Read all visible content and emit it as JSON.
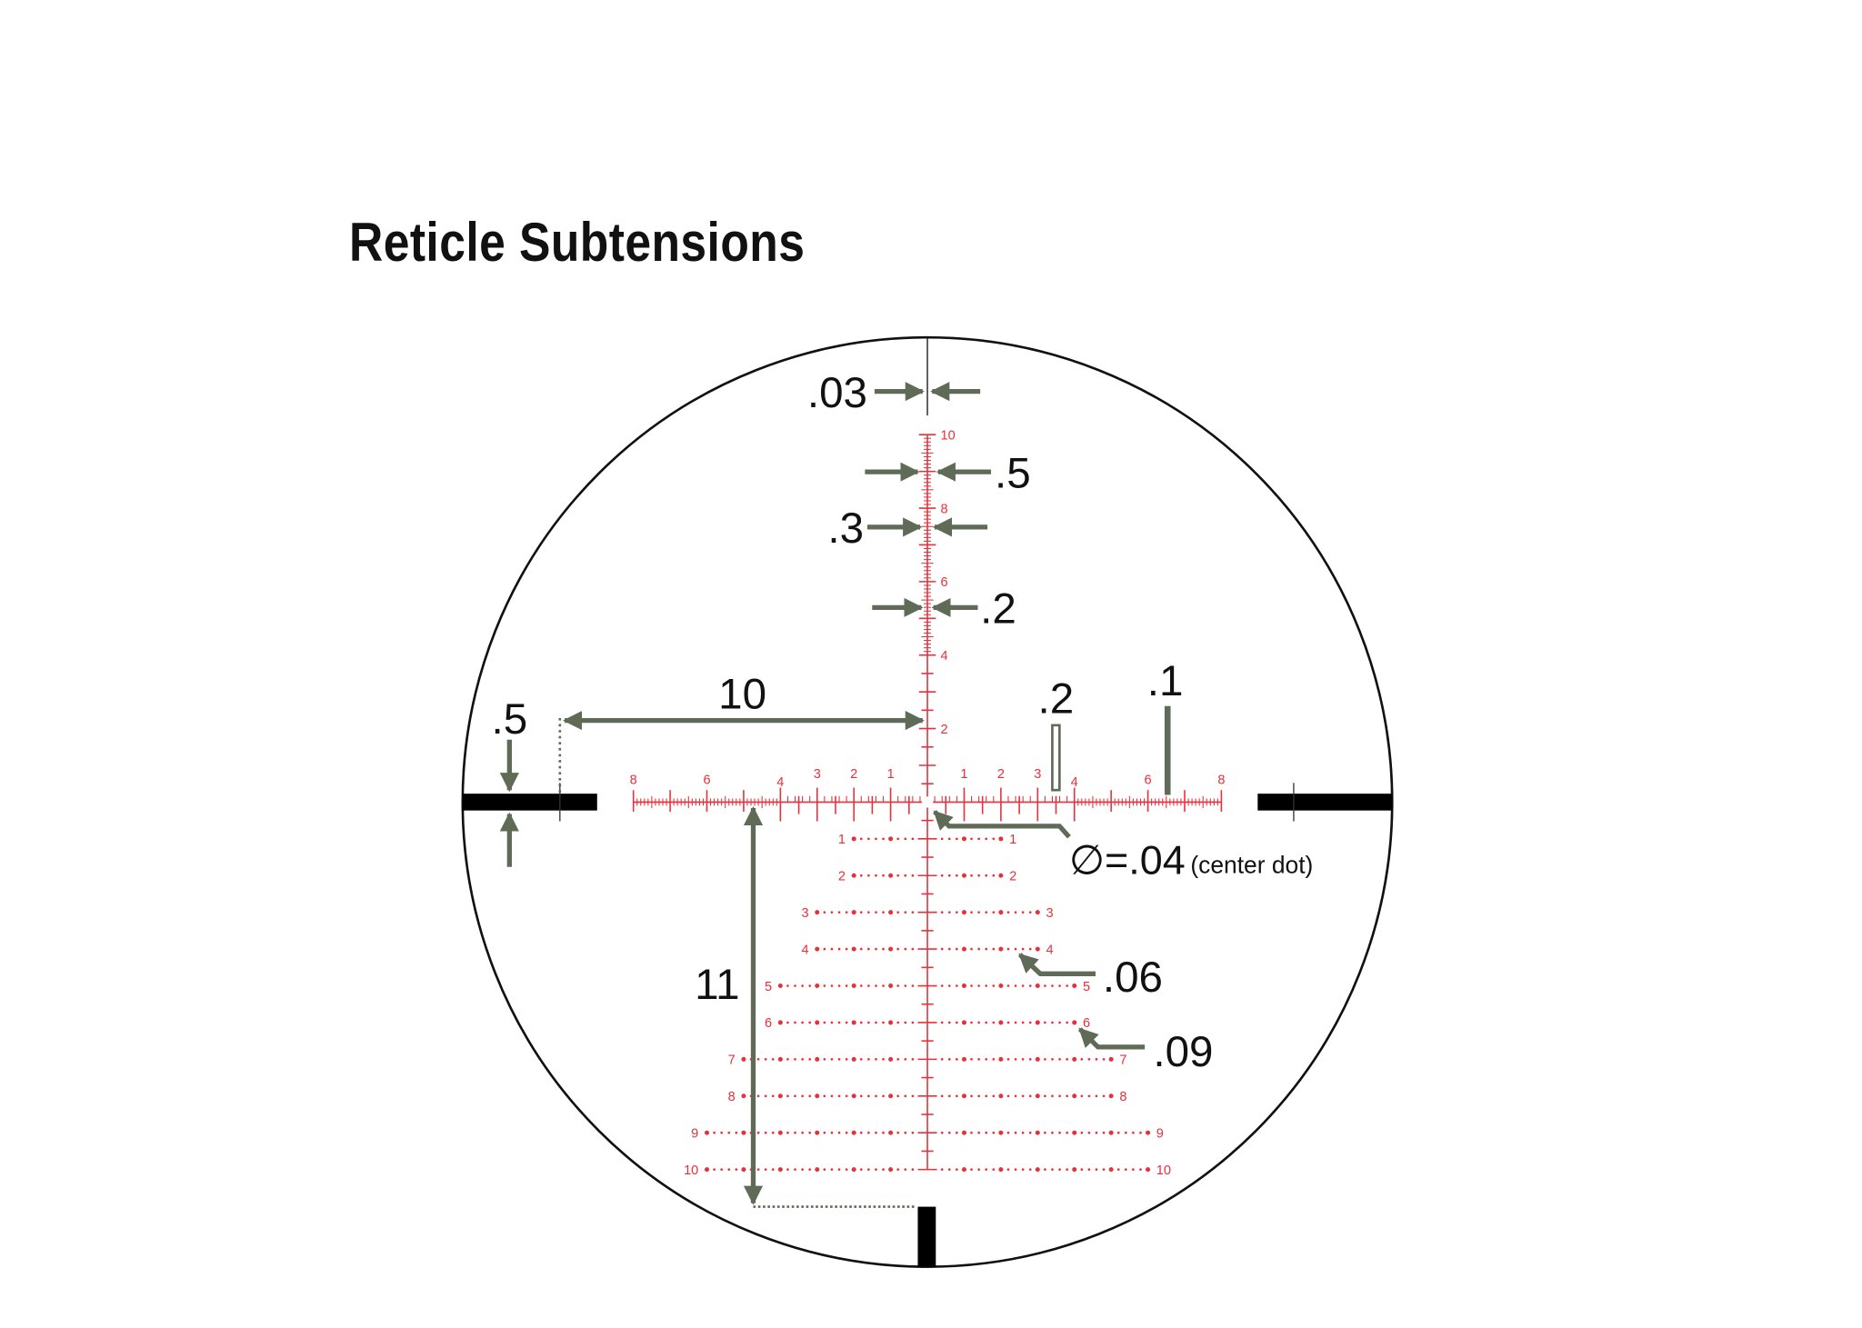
{
  "title": "Reticle Subtensions",
  "colors": {
    "reticle": "#e8303a",
    "annotation": "#5f6b57",
    "posts": "#000000",
    "circle": "#111111"
  },
  "annotations": {
    "top_line_width": ".03",
    "vertical_half_tick": ".5",
    "vertical_wide_tick": ".3",
    "vertical_fine_tick": ".2",
    "post_to_center": "10",
    "post_thickness": ".5",
    "bar_width": ".2",
    "line_width": ".1",
    "center_dot": "∅=.04",
    "center_dot_note": "(center dot)",
    "small_dot": ".06",
    "large_dot": ".09",
    "bottom_post_distance": "11"
  },
  "horizontal_scale_labels": [
    "8",
    "6",
    "4",
    "3",
    "2",
    "1",
    "1",
    "2",
    "3",
    "4",
    "6",
    "8"
  ],
  "vertical_scale_labels": [
    "2",
    "4",
    "6",
    "8",
    "10"
  ],
  "holdover_rows": [
    {
      "label": "1",
      "half_width_mils": 2
    },
    {
      "label": "2",
      "half_width_mils": 2
    },
    {
      "label": "3",
      "half_width_mils": 3
    },
    {
      "label": "4",
      "half_width_mils": 3
    },
    {
      "label": "5",
      "half_width_mils": 4
    },
    {
      "label": "6",
      "half_width_mils": 4
    },
    {
      "label": "7",
      "half_width_mils": 5
    },
    {
      "label": "8",
      "half_width_mils": 5
    },
    {
      "label": "9",
      "half_width_mils": 6
    },
    {
      "label": "10",
      "half_width_mils": 6
    }
  ]
}
